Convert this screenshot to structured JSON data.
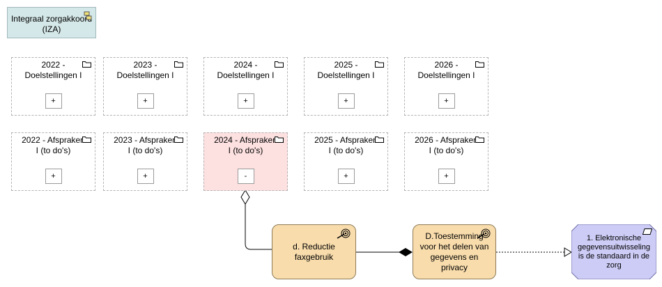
{
  "title_node": {
    "label": "Integraal zorgakkoord (IZA)",
    "icon": "junction-icon"
  },
  "doel_row": [
    {
      "label": "2022 - Doelstellingen I",
      "button": "+"
    },
    {
      "label": "2023 - Doelstellingen I",
      "button": "+"
    },
    {
      "label": "2024 - Doelstellingen I",
      "button": "+"
    },
    {
      "label": "2025 - Doelstellingen I",
      "button": "+"
    },
    {
      "label": "2026 - Doelstellingen I",
      "button": "+"
    }
  ],
  "afspraken_row": [
    {
      "label": "2022 - Afspraken I (to do's)",
      "button": "+",
      "highlight": false
    },
    {
      "label": "2023 - Afspraken I (to do's)",
      "button": "+",
      "highlight": false
    },
    {
      "label": "2024 - Afspraken I (to do's)",
      "button": "-",
      "highlight": true,
      "color": "#fde0e0"
    },
    {
      "label": "2025 - Afspraken I (to do's)",
      "button": "+",
      "highlight": false
    },
    {
      "label": "2026 - Afspraken I (to do's)",
      "button": "+",
      "highlight": false
    }
  ],
  "goals": [
    {
      "label": "d. Reductie faxgebruik",
      "color": "#f8dcac",
      "icon": "goal-target-icon"
    },
    {
      "label": "D.Toestemming voor het delen van gegevens en privacy",
      "color": "#f8dcac",
      "icon": "goal-target-icon"
    }
  ],
  "requirement": {
    "label": "1. Elektronische gegevensuitwisseling is de standaard in de zorg",
    "color": "#cdccf6",
    "icon": "requirement-icon"
  },
  "folder_icon": "folder-icon"
}
